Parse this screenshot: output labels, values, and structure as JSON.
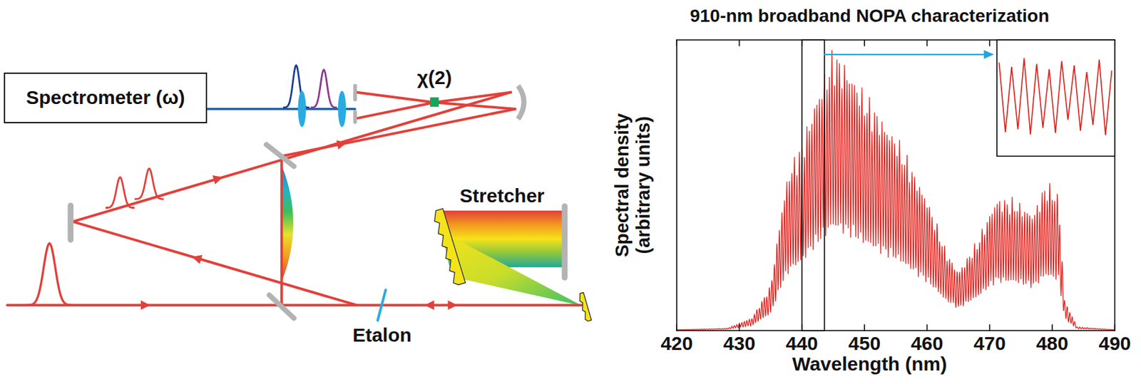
{
  "diagram": {
    "title": "910-nm broadband NOPA characterization",
    "nodes": [
      {
        "text": [
          "Spectrometer (ω)"
        ]
      }
    ],
    "labels": [
      "χ(2)",
      "Stretcher",
      "Etalon",
      "Spectral density (arbitrary units)",
      "420",
      "430",
      "440",
      "450",
      "460",
      "470",
      "480",
      "490",
      "Wavelength (nm)"
    ]
  }
}
